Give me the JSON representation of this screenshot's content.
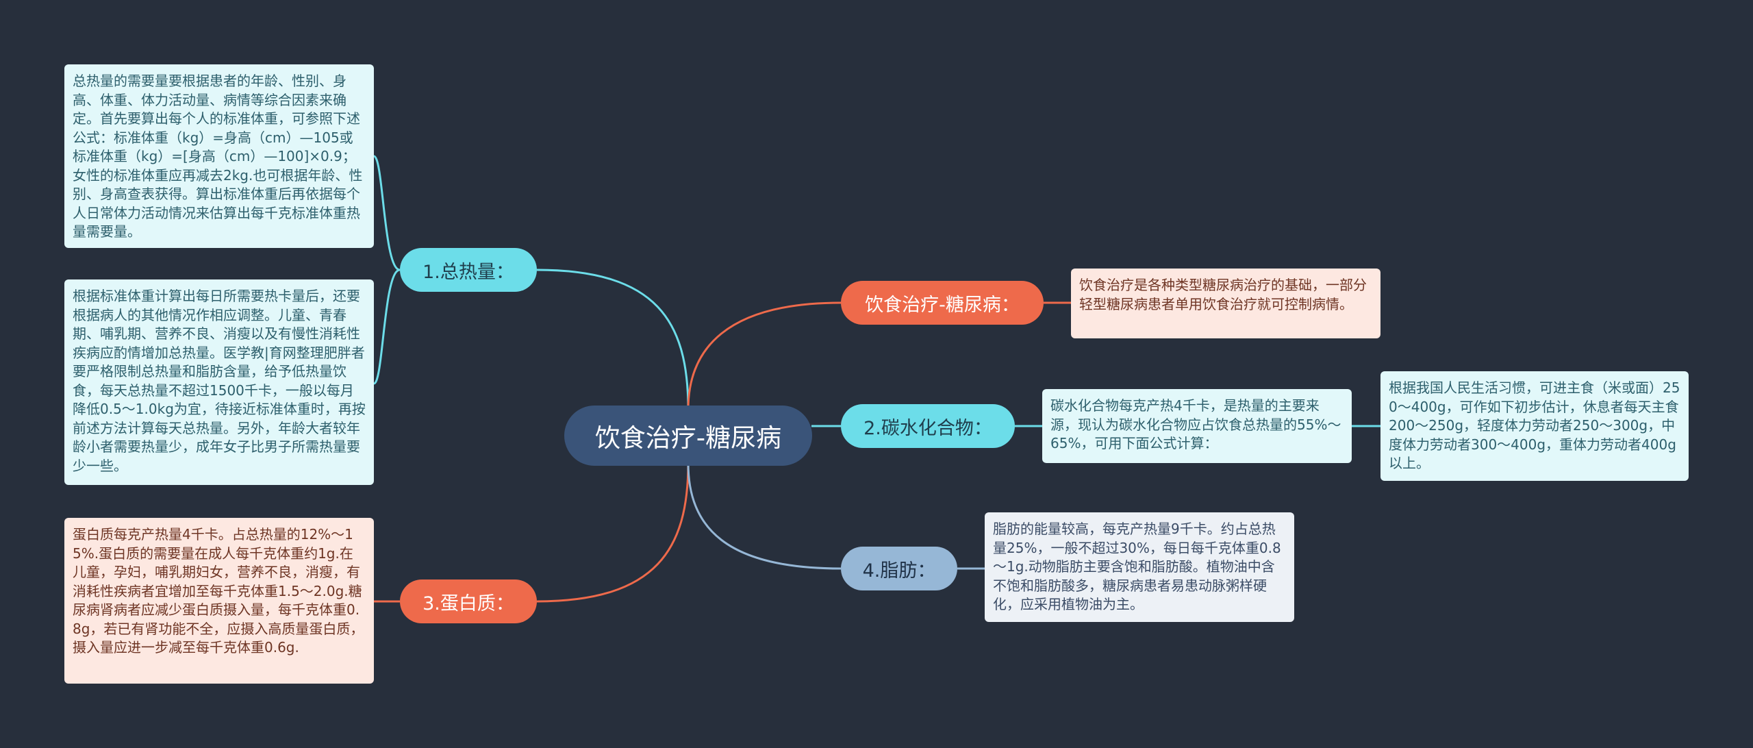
{
  "colors": {
    "background": "#272f3c",
    "root": "#3a5479",
    "cyan": "#6cdde9",
    "orange": "#ee6a4b",
    "blue": "#96b7d6"
  },
  "root": {
    "label": "饮食治疗-糖尿病"
  },
  "branches": [
    {
      "id": "total-calories",
      "label": "1.总热量：",
      "side": "left",
      "color": "cyan",
      "notes": [
        "总热量的需要量要根据患者的年龄、性别、身高、体重、体力活动量、病情等综合因素来确定。首先要算出每个人的标准体重，可参照下述公式：标准体重（kg）=身高（cm）—105或标准体重（kg）=[身高（cm）—100]×0.9；女性的标准体重应再减去2kg.也可根据年龄、性别、身高查表获得。算出标准体重后再依据每个人日常体力活动情况来估算出每千克标准体重热量需要量。",
        "根据标准体重计算出每日所需要热卡量后，还要根据病人的其他情况作相应调整。儿童、青春期、哺乳期、营养不良、消瘦以及有慢性消耗性疾病应酌情增加总热量。医学教|育网整理肥胖者要严格限制总热量和脂肪含量，给予低热量饮食，每天总热量不超过1500千卡，一般以每月降低0.5～1.0kg为宜，待接近标准体重时，再按前述方法计算每天总热量。另外，年龄大者较年龄小者需要热量少，成年女子比男子所需热量要少一些。"
      ]
    },
    {
      "id": "protein",
      "label": "3.蛋白质：",
      "side": "left",
      "color": "orange",
      "notes": [
        "蛋白质每克产热量4千卡。占总热量的12%～15%.蛋白质的需要量在成人每千克体重约1g.在儿童，孕妇，哺乳期妇女，营养不良，消瘦，有消耗性疾病者宜增加至每千克体重1.5～2.0g.糖尿病肾病者应减少蛋白质摄入量，每千克体重0.8g，若已有肾功能不全，应摄入高质量蛋白质，摄入量应进一步减至每千克体重0.6g."
      ]
    },
    {
      "id": "diet-therapy",
      "label": "饮食治疗-糖尿病：",
      "side": "right",
      "color": "orange",
      "notes": [
        "饮食治疗是各种类型糖尿病治疗的基础，一部分轻型糖尿病患者单用饮食治疗就可控制病情。"
      ]
    },
    {
      "id": "carbohydrate",
      "label": "2.碳水化合物：",
      "side": "right",
      "color": "cyan",
      "notes": [
        "碳水化合物每克产热4千卡，是热量的主要来源，现认为碳水化合物应占饮食总热量的55%～65%，可用下面公式计算：",
        "根据我国人民生活习惯，可进主食（米或面）250～400g，可作如下初步估计，休息者每天主食200～250g，轻度体力劳动者250～300g，中度体力劳动者300～400g，重体力劳动者400g以上。"
      ]
    },
    {
      "id": "fat",
      "label": "4.脂肪：",
      "side": "right",
      "color": "blue",
      "notes": [
        "脂肪的能量较高，每克产热量9千卡。约占总热量25%，一般不超过30%，每日每千克体重0.8～1g.动物脂肪主要含饱和脂肪酸。植物油中含不饱和脂肪酸多，糖尿病患者易患动脉粥样硬化，应采用植物油为主。"
      ]
    }
  ]
}
